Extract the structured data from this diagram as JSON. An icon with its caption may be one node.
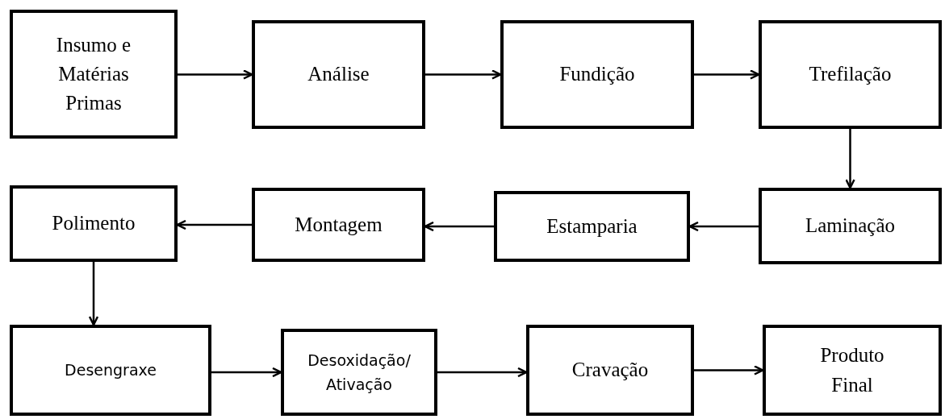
{
  "diagram": {
    "nodes": [
      {
        "text": [
          "Insumo e Matérias Primas"
        ]
      },
      {
        "text": [
          "Análise"
        ]
      },
      {
        "text": [
          "Fundição"
        ]
      },
      {
        "text": [
          "Trefilação"
        ]
      },
      {
        "text": [
          "Laminação"
        ]
      },
      {
        "text": [
          "Estamparia"
        ]
      },
      {
        "text": [
          "Montagem"
        ]
      },
      {
        "text": [
          "Polimento"
        ]
      },
      {
        "text": [
          "Desengraxe"
        ]
      },
      {
        "text": [
          "Desoxidação/ Ativação"
        ]
      },
      {
        "text": [
          "Cravação"
        ]
      },
      {
        "text": [
          "Produto Final"
        ]
      }
    ],
    "edges": [
      {
        "from": 0,
        "to": 1,
        "arrow": "to"
      },
      {
        "from": 1,
        "to": 2,
        "arrow": "to"
      },
      {
        "from": 2,
        "to": 3,
        "arrow": "to"
      },
      {
        "from": 3,
        "to": 4,
        "arrow": "to"
      },
      {
        "from": 4,
        "to": 5,
        "arrow": "to"
      },
      {
        "from": 5,
        "to": 6,
        "arrow": "to"
      },
      {
        "from": 6,
        "to": 7,
        "arrow": "to"
      },
      {
        "from": 7,
        "to": 8,
        "arrow": "to"
      },
      {
        "from": 8,
        "to": 9,
        "arrow": "to"
      },
      {
        "from": 9,
        "to": 10,
        "arrow": "to"
      },
      {
        "from": 10,
        "to": 11,
        "arrow": "to"
      }
    ]
  }
}
